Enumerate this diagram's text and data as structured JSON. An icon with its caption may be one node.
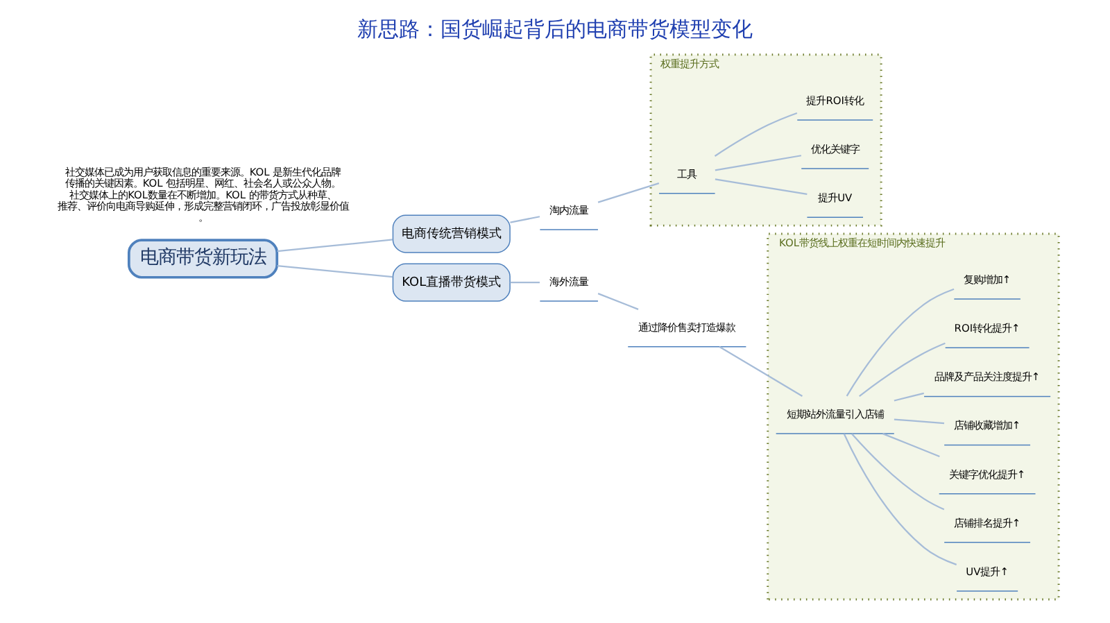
{
  "diagram": {
    "title": "新思路：国货崛起背后的电商带货模型变化",
    "nodes": [
      {
        "text": [
          "电商带货新玩法"
        ]
      },
      {
        "text": [
          "电商传统营销模式"
        ]
      },
      {
        "text": [
          "淘内流量"
        ]
      },
      {
        "text": [
          "权重提升方式"
        ]
      },
      {
        "text": [
          "工具"
        ],
        "in": 3
      },
      {
        "text": [
          "提升UV"
        ],
        "in": 3
      },
      {
        "text": [
          "优化关键字"
        ],
        "in": 3
      },
      {
        "text": [
          "提升ROI转化"
        ],
        "in": 3
      },
      {
        "text": [
          "KOL直播带货模式"
        ]
      },
      {
        "text": [
          "海外流量"
        ]
      },
      {
        "text": [
          "通过降价售卖打造爆款"
        ]
      },
      {
        "text": [
          "KOL带货线上权重在短时间内快速提升"
        ]
      },
      {
        "text": [
          "短期站外流量引入店铺"
        ],
        "in": 11
      },
      {
        "text": [
          "UV提升↑"
        ],
        "in": 11
      },
      {
        "text": [
          "店铺排名提升↑"
        ],
        "in": 11
      },
      {
        "text": [
          "关键字优化提升↑"
        ],
        "in": 11
      },
      {
        "text": [
          "店铺收藏增加↑"
        ],
        "in": 11
      },
      {
        "text": [
          "品牌及产品关注度提升↑"
        ],
        "in": 11
      },
      {
        "text": [
          "ROI转化提升↑"
        ],
        "in": 11
      },
      {
        "text": [
          "复购增加↑"
        ],
        "in": 11
      }
    ],
    "edges": [
      {
        "from": 0,
        "to": 1,
        "arrow": "none"
      },
      {
        "from": 1,
        "to": 2,
        "arrow": "none"
      },
      {
        "from": 2,
        "to": 4,
        "arrow": "none"
      },
      {
        "from": 4,
        "to": 5,
        "arrow": "none"
      },
      {
        "from": 4,
        "to": 6,
        "arrow": "none"
      },
      {
        "from": 4,
        "to": 7,
        "arrow": "none"
      },
      {
        "from": 0,
        "to": 8,
        "arrow": "none"
      },
      {
        "from": 8,
        "to": 9,
        "arrow": "none"
      },
      {
        "from": 9,
        "to": 10,
        "arrow": "none"
      },
      {
        "from": 10,
        "to": 12,
        "arrow": "none"
      },
      {
        "from": 12,
        "to": 13,
        "arrow": "none"
      },
      {
        "from": 12,
        "to": 14,
        "arrow": "none"
      },
      {
        "from": 12,
        "to": 15,
        "arrow": "none"
      },
      {
        "from": 12,
        "to": 16,
        "arrow": "none"
      },
      {
        "from": 12,
        "to": 17,
        "arrow": "none"
      },
      {
        "from": 12,
        "to": 18,
        "arrow": "none"
      },
      {
        "from": 12,
        "to": 19,
        "arrow": "none"
      }
    ],
    "labels": [
      "社交媒体已成为用户获取信息的重要来源。KOL 是新生代化品牌传播的关键因素。KOL 包括明星、网红、社会名人或公众人物。社交媒体上的KOL数量在不断增加。KOL 的带货方式从种草、推荐、评价向电商导购延伸，形成完整营销闭环，广告投放彰显价值。"
    ]
  }
}
